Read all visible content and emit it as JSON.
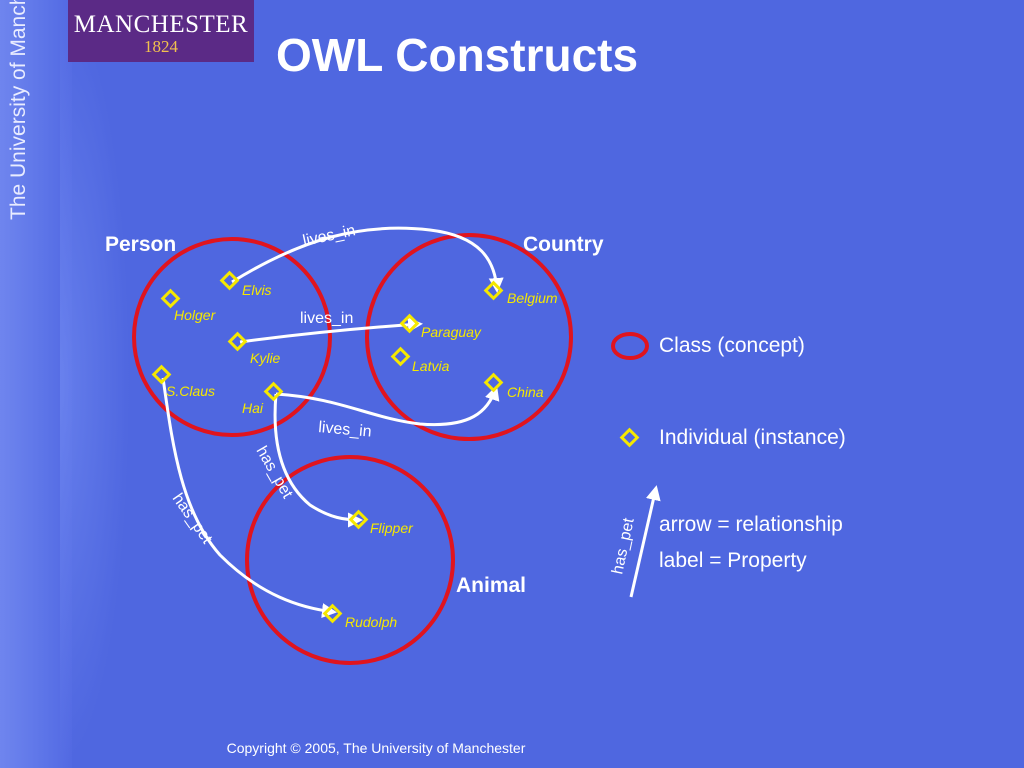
{
  "slide": {
    "title": "OWL Constructs",
    "footer": "Copyright © 2005, The University of Manchester"
  },
  "logo": {
    "line1": "MANCHESTER",
    "line2": "1824",
    "vertical_text": "The University of Manchester"
  },
  "classes": [
    {
      "id": "person",
      "label": "Person"
    },
    {
      "id": "country",
      "label": "Country"
    },
    {
      "id": "animal",
      "label": "Animal"
    }
  ],
  "individuals": [
    {
      "id": "elvis",
      "label": "Elvis"
    },
    {
      "id": "holger",
      "label": "Holger"
    },
    {
      "id": "kylie",
      "label": "Kylie"
    },
    {
      "id": "sclaus",
      "label": "S.Claus"
    },
    {
      "id": "hai",
      "label": "Hai"
    },
    {
      "id": "belgium",
      "label": "Belgium"
    },
    {
      "id": "paraguay",
      "label": "Paraguay"
    },
    {
      "id": "latvia",
      "label": "Latvia"
    },
    {
      "id": "china",
      "label": "China"
    },
    {
      "id": "flipper",
      "label": "Flipper"
    },
    {
      "id": "rudolph",
      "label": "Rudolph"
    }
  ],
  "relationships": [
    {
      "from": "elvis",
      "to": "belgium",
      "label": "lives_in"
    },
    {
      "from": "kylie",
      "to": "paraguay",
      "label": "lives_in"
    },
    {
      "from": "hai",
      "to": "china",
      "label": "lives_in"
    },
    {
      "from": "hai",
      "to": "flipper",
      "label": "has_pet"
    },
    {
      "from": "sclaus",
      "to": "rudolph",
      "label": "has_pet"
    }
  ],
  "legend": {
    "class_label": "Class (concept)",
    "individual_label": "Individual (instance)",
    "arrow_label": "has_pet",
    "arrow_text": "arrow = relationship",
    "label_text": "label = Property"
  },
  "colors": {
    "background": "#4f67e0",
    "class_circle": "#e0141e",
    "individual_marker": "#f5e800",
    "arrow": "#ffffff",
    "individual_text": "#f5e800",
    "logo_bg": "#5b2a86"
  }
}
